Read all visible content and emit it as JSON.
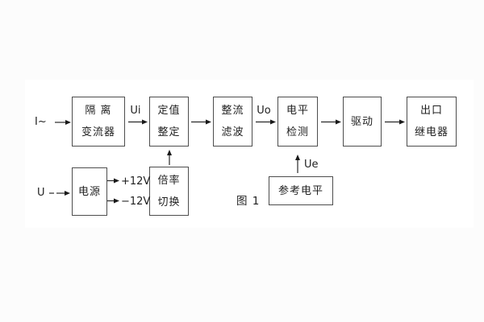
{
  "figure": {
    "caption": "图 1",
    "type": "block-diagram",
    "background_color": "#fcfcfc",
    "paper_color": "#ffffff",
    "line_color": "#2a2a2a",
    "border_color": "#4d4d4d"
  },
  "blocks": {
    "isolation": {
      "line1": "隔 离",
      "line2": "变流器"
    },
    "setting": {
      "line1": "定值",
      "line2": "整定"
    },
    "rectifier": {
      "line1": "整流",
      "line2": "滤波"
    },
    "level": {
      "line1": "电平",
      "line2": "检测"
    },
    "drive": {
      "line1": "驱动"
    },
    "relay": {
      "line1": "出口",
      "line2": "继电器"
    },
    "power": {
      "line1": "电源"
    },
    "ratio": {
      "line1": "倍率",
      "line2": "切换"
    },
    "reference": {
      "line1": "参考电平"
    }
  },
  "labels": {
    "input_current": "I~",
    "input_voltage": "U",
    "ui": "Ui",
    "uo": "Uo",
    "ue": "Ue",
    "plus_rail": "+12V",
    "minus_rail": "−12V"
  }
}
